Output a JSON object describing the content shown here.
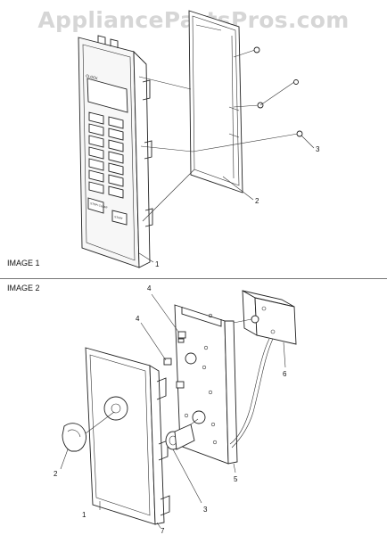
{
  "watermark": "AppliancePartsPros.com",
  "image1": {
    "label": "IMAGE 1",
    "callouts": [
      "1",
      "2",
      "3"
    ]
  },
  "image2": {
    "label": "IMAGE 2",
    "callouts": [
      "4",
      "4",
      "6",
      "2",
      "5",
      "3",
      "1",
      "7"
    ]
  },
  "panel_text": {
    "display_label": "CLOCK",
    "button_left": "STOP/ CLEAR",
    "button_right": "START"
  }
}
